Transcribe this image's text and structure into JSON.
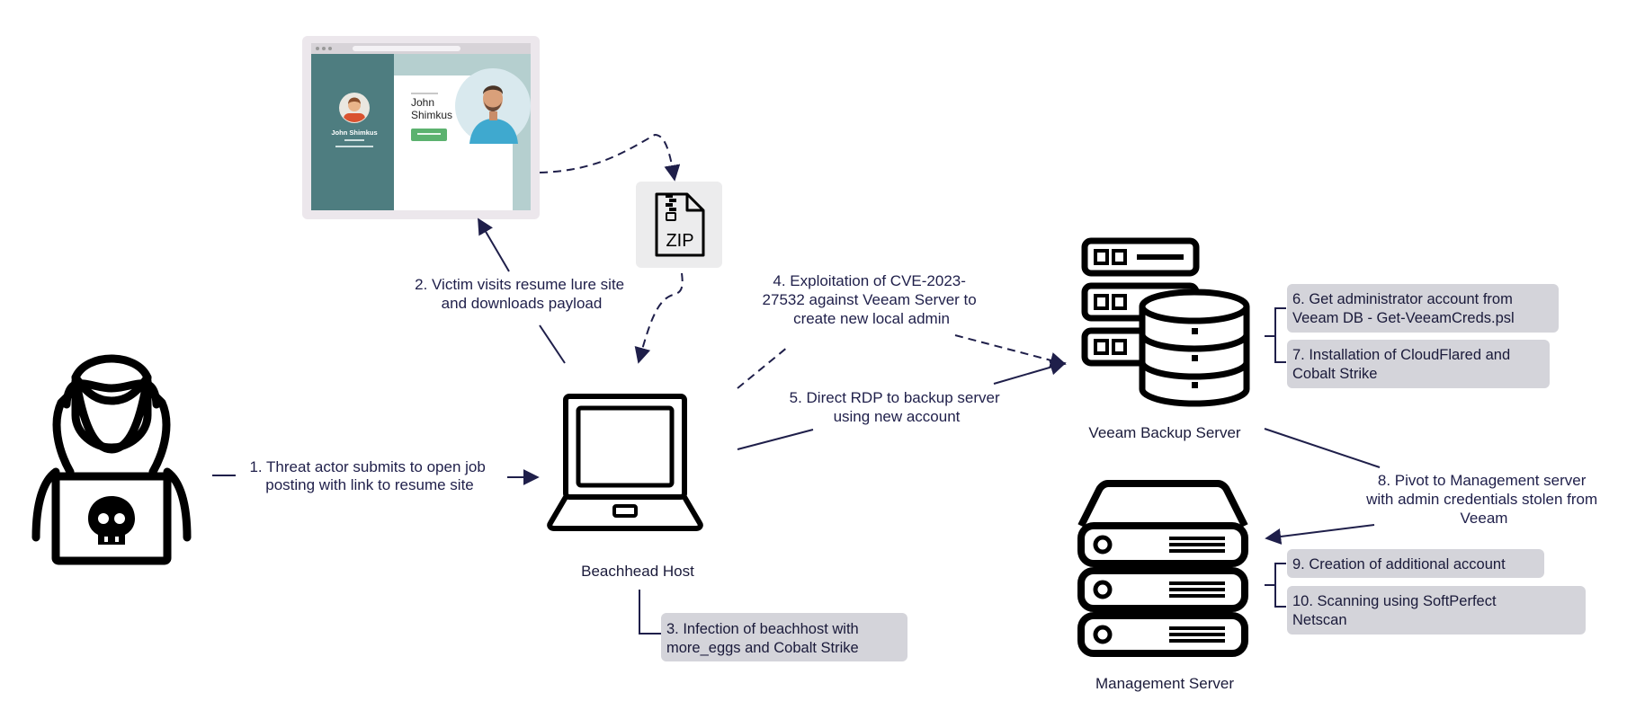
{
  "steps": {
    "s1": [
      "1. Threat actor submits to open job",
      "posting with link to resume site"
    ],
    "s2": [
      "2. Victim visits resume lure site",
      "and downloads payload"
    ],
    "s3": [
      "3. Infection of beachhost with",
      "more_eggs and Cobalt Strike"
    ],
    "s4": [
      "4. Exploitation of CVE-2023-",
      "27532 against Veeam Server to",
      "create new local admin"
    ],
    "s5": [
      "5. Direct RDP to backup server",
      "using new account"
    ],
    "s6": [
      "6. Get administrator account from",
      "Veeam DB - Get-VeeamCreds.psl"
    ],
    "s7": [
      "7. Installation of CloudFlared and",
      "Cobalt Strike"
    ],
    "s8": [
      "8. Pivot to Management server",
      "with admin credentials stolen from",
      "Veeam"
    ],
    "s9": [
      "9. Creation of additional account"
    ],
    "s10": [
      "10. Scanning using SoftPerfect",
      "Netscan"
    ]
  },
  "nodes": {
    "beachhead": "Beachhead Host",
    "veeam": "Veeam Backup Server",
    "management": "Management Server",
    "zip": "ZIP"
  },
  "lure_site": {
    "name_left": "John Shimkus",
    "name_right_1": "John",
    "name_right_2": "Shimkus"
  },
  "icons": [
    "hacker-laptop-icon",
    "laptop-icon",
    "zip-file-icon",
    "server-database-icon",
    "server-rack-icon"
  ],
  "colors": {
    "edge": "#1f1f4a",
    "box": "#d4d4da",
    "icon": "#000000",
    "lure_panel": "#4e7d80"
  }
}
